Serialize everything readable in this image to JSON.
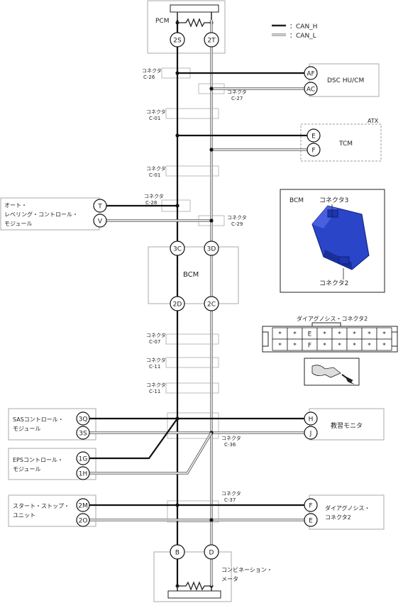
{
  "legend": {
    "can_h": "：CAN_H",
    "can_l": "：CAN_L"
  },
  "modules": {
    "pcm": "PCM",
    "dsc": "DSC HU/CM",
    "atx": "ATX",
    "tcm": "TCM",
    "auto_leveling": [
      "オート・",
      "レベリング・コントロール・",
      "モジュール"
    ],
    "bcm": "BCM",
    "bcm_photo": {
      "title": "BCM",
      "connector3": "コネクタ3",
      "connector2": "コネクタ2"
    },
    "diag_connector": {
      "title": "ダイアグノシス・コネクタ2",
      "row1": [
        "*",
        "*",
        "E",
        "*",
        "*",
        "*",
        "*",
        "*"
      ],
      "row2": [
        "*",
        "*",
        "F",
        "*",
        "*",
        "*",
        "*",
        "*"
      ]
    },
    "sas": [
      "SASコントロール・",
      "モジュール"
    ],
    "teaching_monitor": "教習モニタ",
    "eps": [
      "EPSコントロール・",
      "モジュール"
    ],
    "start_stop": [
      "スタート・ストップ・",
      "ユニット"
    ],
    "diag2": [
      "ダイアグノシス・",
      "コネクタ2"
    ],
    "meter": [
      "コンビネーション・",
      "メータ"
    ]
  },
  "pins": {
    "pcm_h": "2S",
    "pcm_l": "2T",
    "dsc_h": "AF",
    "dsc_l": "AC",
    "tcm_h": "E",
    "tcm_l": "F",
    "al_h": "T",
    "al_l": "V",
    "bcm_top_h": "3C",
    "bcm_top_l": "3D",
    "bcm_bot_h": "2D",
    "bcm_bot_l": "2C",
    "sas_h": "3Q",
    "sas_l": "3S",
    "tm_h": "H",
    "tm_l": "J",
    "eps_h": "1G",
    "eps_l": "1H",
    "ss_h": "2M",
    "ss_l": "2O",
    "diag_h": "F",
    "diag_l": "E",
    "meter_h": "B",
    "meter_l": "D"
  },
  "connectors": [
    {
      "label": "コネクタ",
      "code": "C-26"
    },
    {
      "label": "コネクタ",
      "code": "C-27"
    },
    {
      "label": "コネクタ",
      "code": "C-01"
    },
    {
      "label": "コネクタ",
      "code": "C-01"
    },
    {
      "label": "コネクタ",
      "code": "C-28"
    },
    {
      "label": "コネクタ",
      "code": "C-29"
    },
    {
      "label": "コネクタ",
      "code": "C-07"
    },
    {
      "label": "コネクタ",
      "code": "C-11"
    },
    {
      "label": "コネクタ",
      "code": "C-11"
    },
    {
      "label": "コネクタ",
      "code": "C-36"
    },
    {
      "label": "コネクタ",
      "code": "C-37"
    }
  ]
}
